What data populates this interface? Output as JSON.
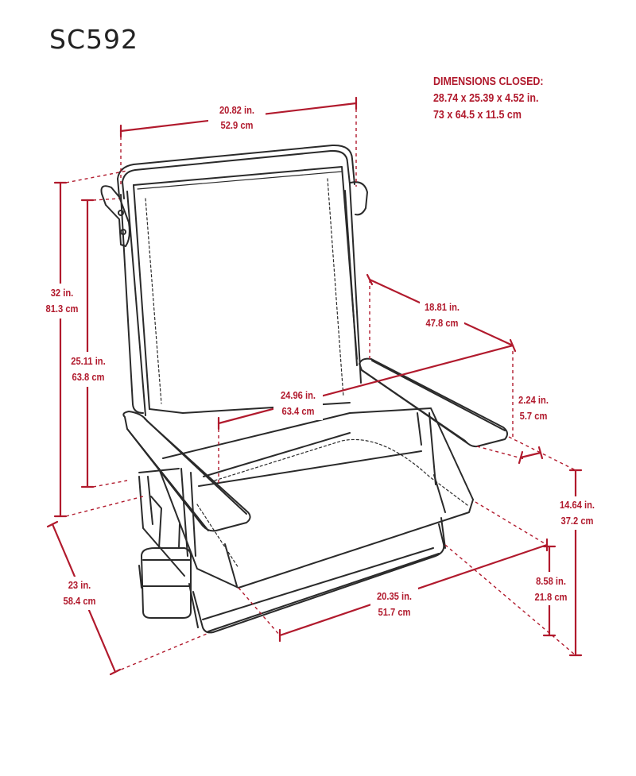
{
  "model": "SC592",
  "accent_color": "#b11a2d",
  "outline_color": "#2a2a2a",
  "closed": {
    "heading": "DIMENSIONS CLOSED:",
    "imperial": "28.74  x  25.39  x  4.52 in.",
    "metric": "73  x  64.5  x  11.5 cm"
  },
  "dimensions": {
    "top_width": {
      "in": "20.82 in.",
      "cm": "52.9 cm"
    },
    "total_height": {
      "in": "32 in.",
      "cm": "81.3 cm"
    },
    "back_height": {
      "in": "25.11 in.",
      "cm": "63.8 cm"
    },
    "arm_length": {
      "in": "18.81 in.",
      "cm": "47.8 cm"
    },
    "seat_width": {
      "in": "24.96 in.",
      "cm": "63.4 cm"
    },
    "arm_width": {
      "in": "2.24 in.",
      "cm": "5.7 cm"
    },
    "arm_height": {
      "in": "14.64 in.",
      "cm": "37.2 cm"
    },
    "seat_height": {
      "in": "8.58 in.",
      "cm": "21.8 cm"
    },
    "depth": {
      "in": "23 in.",
      "cm": "58.4 cm"
    },
    "base_width": {
      "in": "20.35 in.",
      "cm": "51.7 cm"
    }
  }
}
